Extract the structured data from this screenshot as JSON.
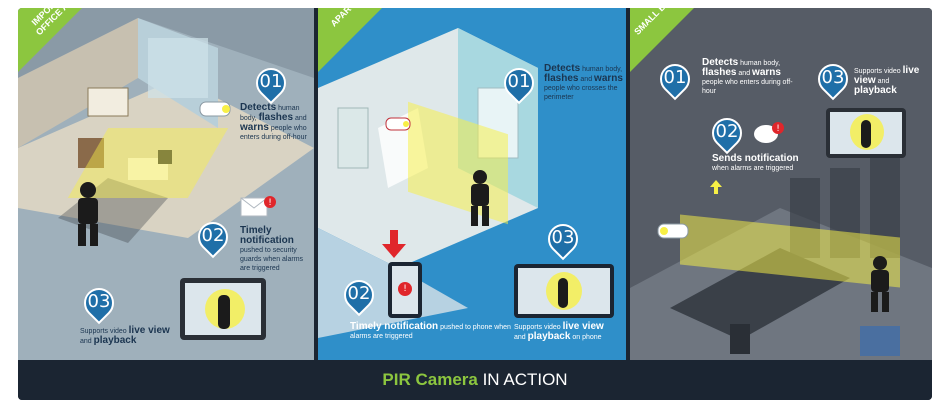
{
  "panels": [
    {
      "label": "IMPORTANT OFFICE AREA",
      "items": [
        {
          "num": "01",
          "t1": "Detects",
          "t2": " human body, ",
          "t3": "flashes",
          "t4": " and ",
          "t5": "warns",
          "t6": " people who enters during off-hour"
        },
        {
          "num": "02",
          "t1": "Timely notification",
          "t2": "pushed to security guards when alarms are triggered"
        },
        {
          "num": "03",
          "t1": "Supports video ",
          "t2": "live view",
          "t3": " and ",
          "t4": "playback"
        }
      ]
    },
    {
      "label": "APARTMENT",
      "items": [
        {
          "num": "01",
          "t1": "Detects",
          "t2": " human body, ",
          "t3": "flashes",
          "t4": " and ",
          "t5": "warns",
          "t6": " people who crosses the perimeter"
        },
        {
          "num": "02",
          "t1": "Timely notification",
          "t2": " pushed to phone when alarms are triggered"
        },
        {
          "num": "03",
          "t1": "Supports video ",
          "t2": "live view",
          "t3": " and ",
          "t4": "playback",
          "t5": " on phone"
        }
      ]
    },
    {
      "label": "SMALL BUSINESS",
      "items": [
        {
          "num": "01",
          "t1": "Detects",
          "t2": " human body, ",
          "t3": "flashes",
          "t4": " and ",
          "t5": "warns",
          "t6": " people who enters during off-hour"
        },
        {
          "num": "02",
          "t1": "Sends notification",
          "t2": "when alarms are triggered"
        },
        {
          "num": "03",
          "t1": "Supports video ",
          "t2": "live view",
          "t3": " and ",
          "t4": "playback"
        }
      ]
    }
  ],
  "footer": {
    "accent": "PIR Camera",
    "rest": " IN ACTION"
  },
  "colors": {
    "accent": "#8cc63f",
    "pin1": "#1f6fa8",
    "pin2": "#1f6fa8",
    "beam": "#f8f046",
    "alert": "#e0262b"
  }
}
